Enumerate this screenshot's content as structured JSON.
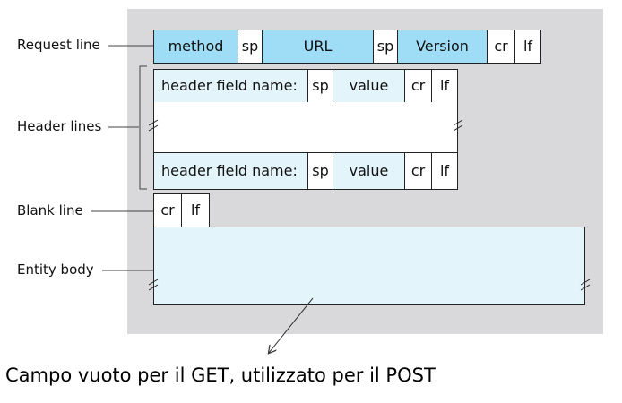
{
  "labels": {
    "request_line": "Request line",
    "header_lines": "Header lines",
    "blank_line": "Blank line",
    "entity_body": "Entity body"
  },
  "request_line": {
    "method": "method",
    "sp1": "sp",
    "url": "URL",
    "sp2": "sp",
    "version": "Version",
    "cr": "cr",
    "lf": "lf"
  },
  "header_line": {
    "field_name": "header field name:",
    "sp": "sp",
    "value": "value",
    "cr": "cr",
    "lf": "lf"
  },
  "blank_line": {
    "cr": "cr",
    "lf": "lf"
  },
  "caption": "Campo vuoto per il GET, utilizzato per il POST",
  "colors": {
    "panel": "#d9d9db",
    "request_fill": "#9fdcf5",
    "light_fill": "#e3f5fb",
    "border": "#222222"
  }
}
